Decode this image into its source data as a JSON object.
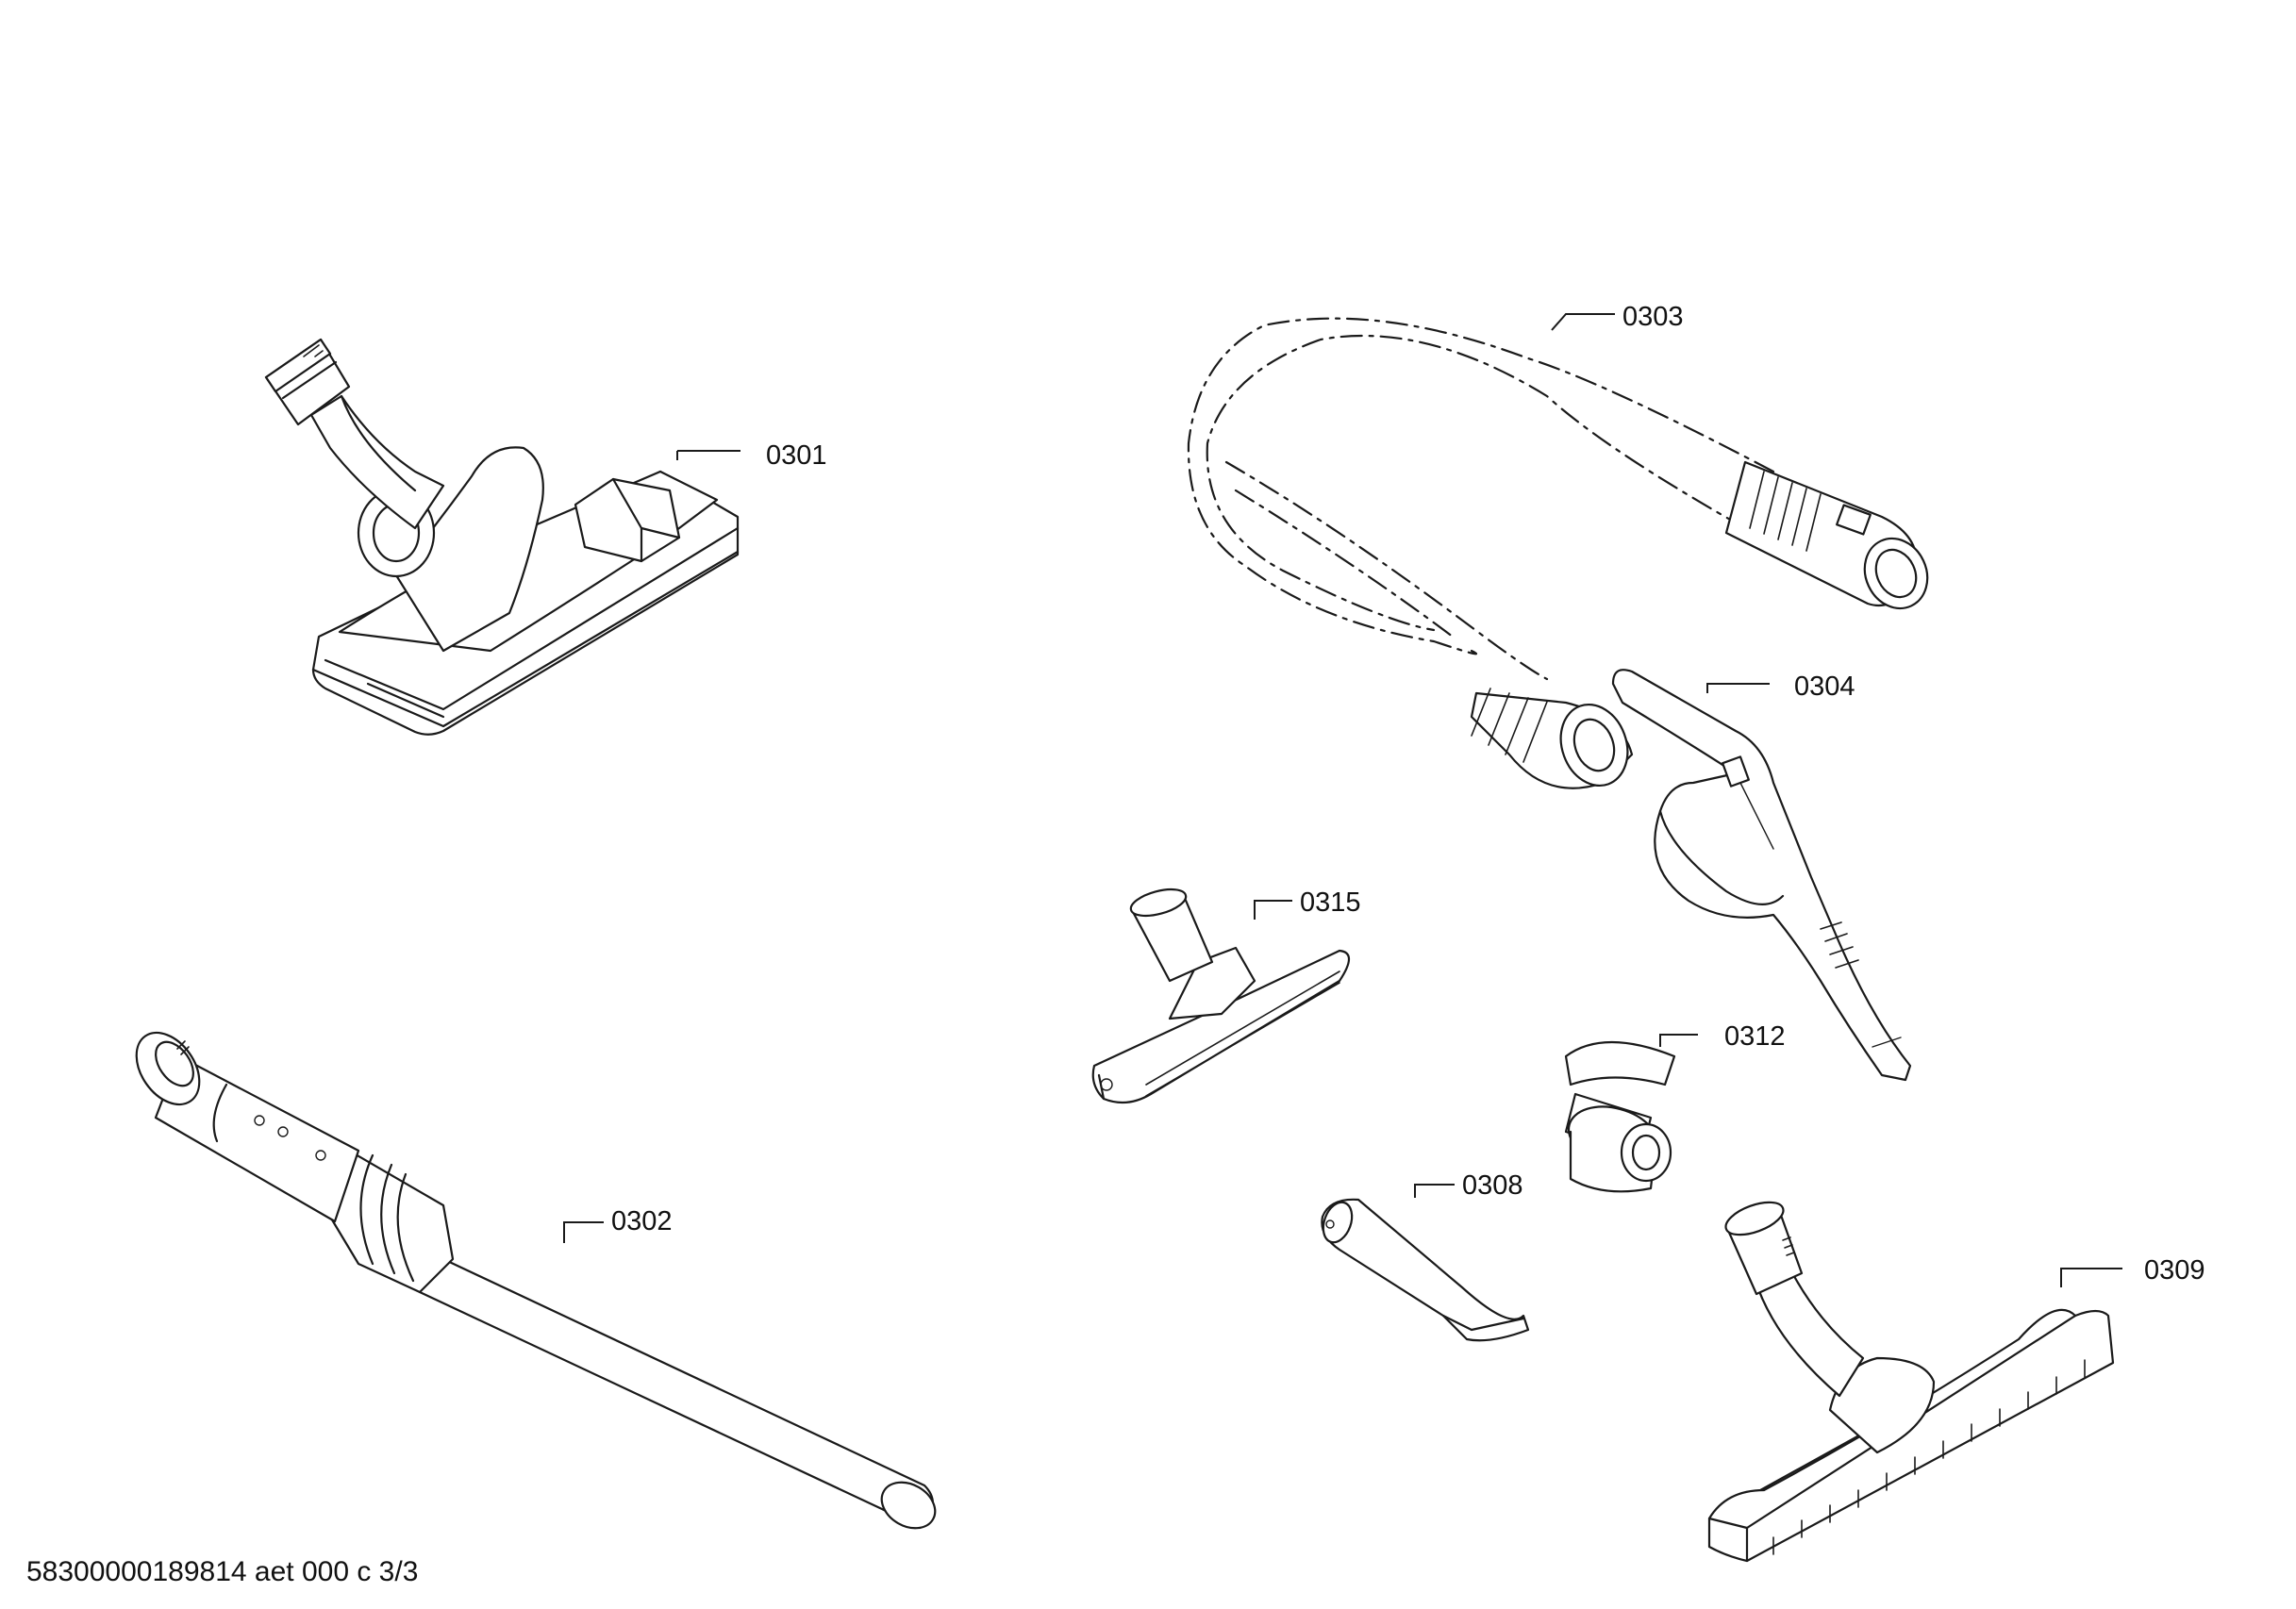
{
  "callouts": {
    "p0301": "0301",
    "p0302": "0302",
    "p0303": "0303",
    "p0304": "0304",
    "p0308": "0308",
    "p0309": "0309",
    "p0312": "0312",
    "p0315": "0315"
  },
  "footer": {
    "doc_id": "58300000189814 aet 000 c 3/3"
  }
}
